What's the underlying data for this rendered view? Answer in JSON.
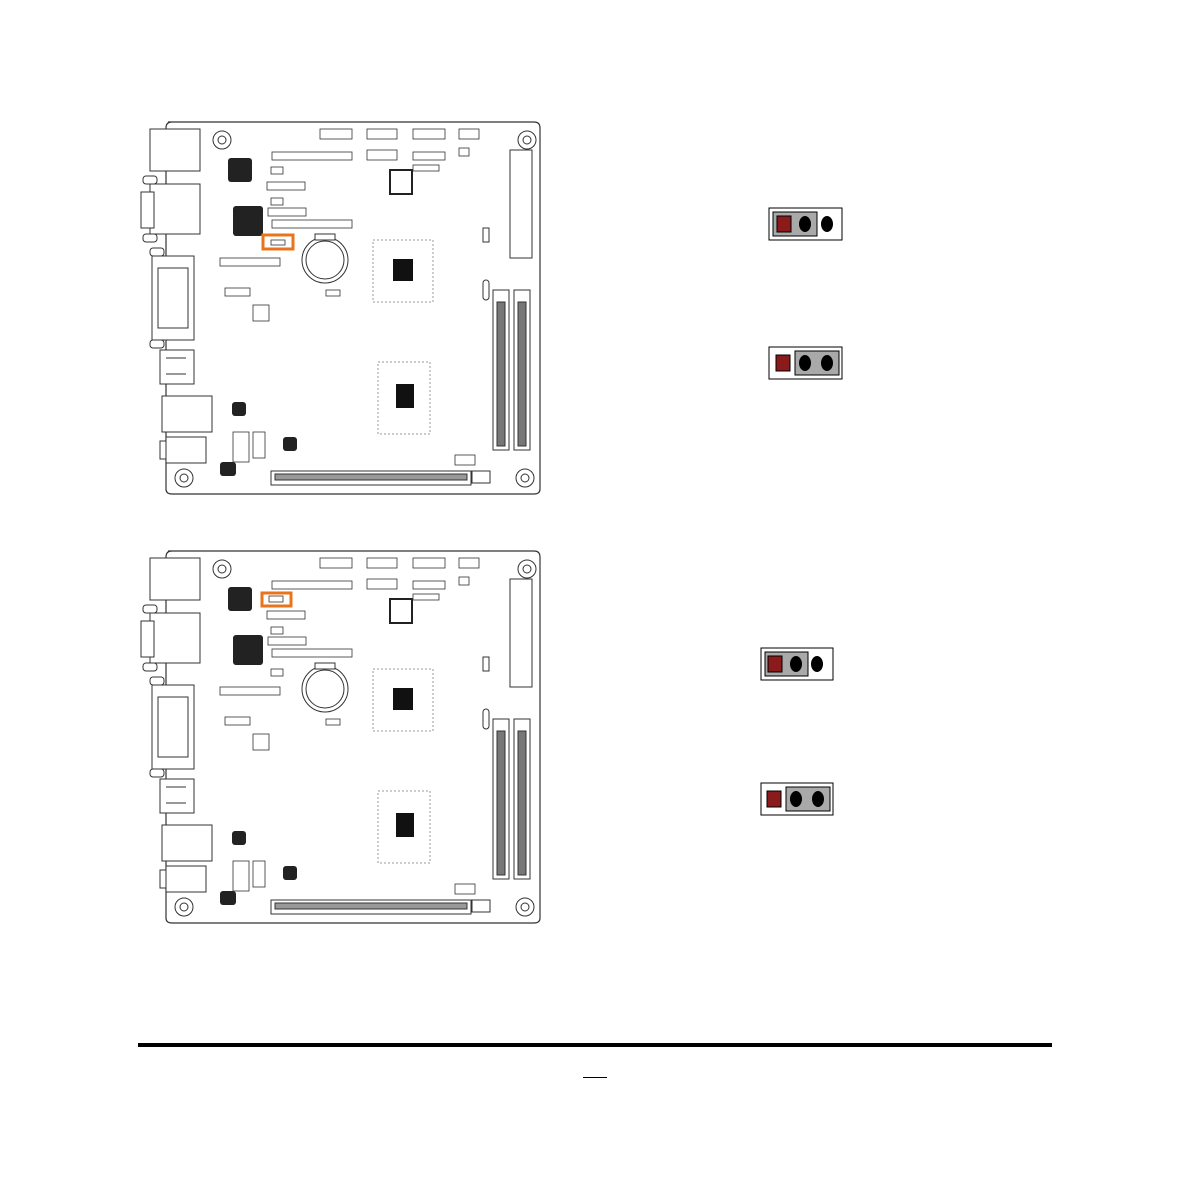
{
  "document": {
    "page_number": "",
    "colors": {
      "highlight": "#E8741E",
      "pin1_fill": "#8B1A1A",
      "jumper_cap": "#A9A9A9",
      "pin_fill": "#000000",
      "board_outline": "#333333",
      "page_background": "#FFFFFF"
    },
    "figures": [
      {
        "name": "board-diagram-top",
        "highlighted_component": "jumper-header-near-battery",
        "jumper_settings": [
          {
            "name": "setting-1-2-closed",
            "pins": 3,
            "cap_over_pins": [
              1,
              2
            ],
            "pin1_marker": "square"
          },
          {
            "name": "setting-2-3-closed",
            "pins": 3,
            "cap_over_pins": [
              2,
              3
            ],
            "pin1_marker": "square"
          }
        ]
      },
      {
        "name": "board-diagram-bottom",
        "highlighted_component": "jumper-header-near-superio",
        "jumper_settings": [
          {
            "name": "setting-1-2-closed",
            "pins": 3,
            "cap_over_pins": [
              1,
              2
            ],
            "pin1_marker": "square"
          },
          {
            "name": "setting-2-3-closed",
            "pins": 3,
            "cap_over_pins": [
              2,
              3
            ],
            "pin1_marker": "square"
          }
        ]
      }
    ],
    "icons": [
      "mounting-hole-icon",
      "chip-icon",
      "battery-icon",
      "dimm-slot-icon",
      "pcie-slot-icon"
    ]
  }
}
